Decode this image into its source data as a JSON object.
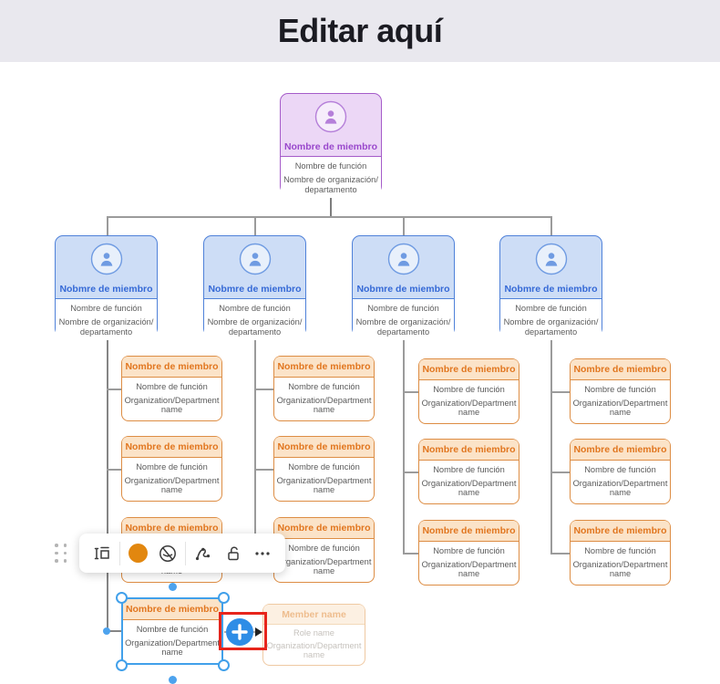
{
  "header": {
    "title": "Editar aquí"
  },
  "org_chart": {
    "root": {
      "title": "Nombre de miembro",
      "role": "Nombre de función",
      "org1": "Nombre de organización/",
      "org2": "departamento"
    },
    "manager": {
      "title": "Nobmre de miembro",
      "role": "Nombre de función",
      "org1": "Nombre de organización/",
      "org2": "departamento"
    },
    "member": {
      "title": "Nombre de miembro",
      "role": "Nombre de función",
      "org1": "Organization/Department",
      "org2": "name"
    },
    "ghost": {
      "title": "Member name",
      "role": "Role name",
      "org1": "Organization/Department",
      "org2": "name"
    }
  },
  "toolbar": {
    "icons": [
      "field-frame",
      "fill-color-swatch",
      "visibility-off",
      "connector-lines",
      "lock-open",
      "more-options"
    ],
    "swatch_color": "#e2870f"
  },
  "annotation": {
    "type": "highlight-box",
    "color": "#e7251b"
  },
  "colors": {
    "banner_bg": "#e9e8ee",
    "root_border": "#a55cc9",
    "root_fill": "#ecd7f6",
    "root_text": "#9948cc",
    "manager_border": "#4f81d9",
    "manager_fill": "#cdddf6",
    "manager_text": "#3569d6",
    "member_border": "#dd8d44",
    "member_header_fill": "#fbe3c8",
    "member_text": "#e1761f",
    "selection_blue": "#41a0ea",
    "add_button_blue": "#2e8de6",
    "connector_gray": "#9b9b9b"
  }
}
